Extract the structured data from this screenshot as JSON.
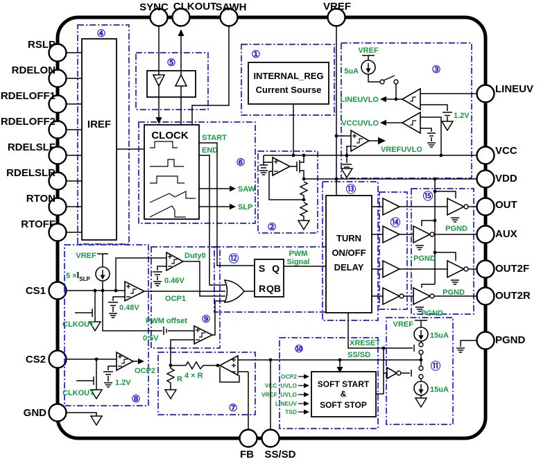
{
  "meta": {
    "type": "ic-internal-functional-block-diagram"
  },
  "colors": {
    "box_blue": "#1b1bd0",
    "signal_green": "#129a3c",
    "wire": "#000000",
    "bg": "#ffffff"
  },
  "pins": {
    "top": [
      "SYNC",
      "CLKOUT",
      "SAWH",
      "VREF"
    ],
    "left": [
      "RSLP",
      "RDELON",
      "RDELOFF1",
      "RDELOFF2",
      "RDELSLF",
      "RDELSLR",
      "RTON",
      "RTOFF",
      "CS1",
      "CS2",
      "GND"
    ],
    "right": [
      "LINEUV",
      "VCC",
      "VDD",
      "OUT",
      "AUX",
      "OUT2F",
      "OUT2R",
      "PGND"
    ],
    "bottom": [
      "FB",
      "SS/SD"
    ]
  },
  "blocks": {
    "b1": {
      "num": "①",
      "title1": "INTERNAL_REG",
      "title2": "Current Sourse"
    },
    "b2": {
      "num": "②"
    },
    "b3": {
      "num": "③",
      "vref": "VREF",
      "ibias": "5uA",
      "lineuvlo": "LINEUVLO",
      "vccuvlo": "VCCUVLO",
      "vrefuvlo": "VREFUVLO",
      "vth": "1.2V"
    },
    "b4": {
      "num": "④",
      "title": "IREF"
    },
    "b5": {
      "num": "⑤"
    },
    "b6": {
      "num": "⑥",
      "title": "CLOCK",
      "start": "START",
      "end": "END",
      "saw": "SAW",
      "slp": "SLP"
    },
    "b7": {
      "num": "⑦",
      "r": "R",
      "r4": "4 × R"
    },
    "b8": {
      "num": "⑧",
      "vref": "VREF",
      "islp_mult": "5 ×",
      "islp_sym": "I",
      "islp_sub": "SLP",
      "vth_ocp1": "0.48V",
      "clkout": "CLKOUT",
      "ocp1": "OCP1",
      "vth_ocp2": "1.2V",
      "ocp2": "OCP2"
    },
    "b9": {
      "num": "⑨",
      "duty0": "Duty0",
      "vth_duty": "0.46V",
      "pwm_offset": "PWM offset",
      "voffset": "0.5V"
    },
    "b10": {
      "num": "⑩",
      "ssd": "SS/SD",
      "xreset": "XRESET",
      "title1": "SOFT START",
      "title2": "&",
      "title3": "SOFT STOP",
      "in1": "OCP2",
      "in2": "VCC_UVLO",
      "in3": "VREF_UVLO",
      "in4": "LINEUV",
      "in5": "TSD"
    },
    "b11": {
      "num": "⑪",
      "vref": "VREF",
      "i15": "15uA"
    },
    "b12": {
      "num": "⑫",
      "s": "S",
      "q": "Q",
      "r": "R",
      "qb": "QB",
      "pwm1": "PWM",
      "pwm2": "Signal"
    },
    "b13": {
      "num": "⑬",
      "title1": "TURN",
      "title2": "ON/OFF",
      "title3": "DELAY"
    },
    "b14": {
      "num": "⑭"
    },
    "b15": {
      "num": "⑮",
      "pgnd": "PGND"
    }
  }
}
